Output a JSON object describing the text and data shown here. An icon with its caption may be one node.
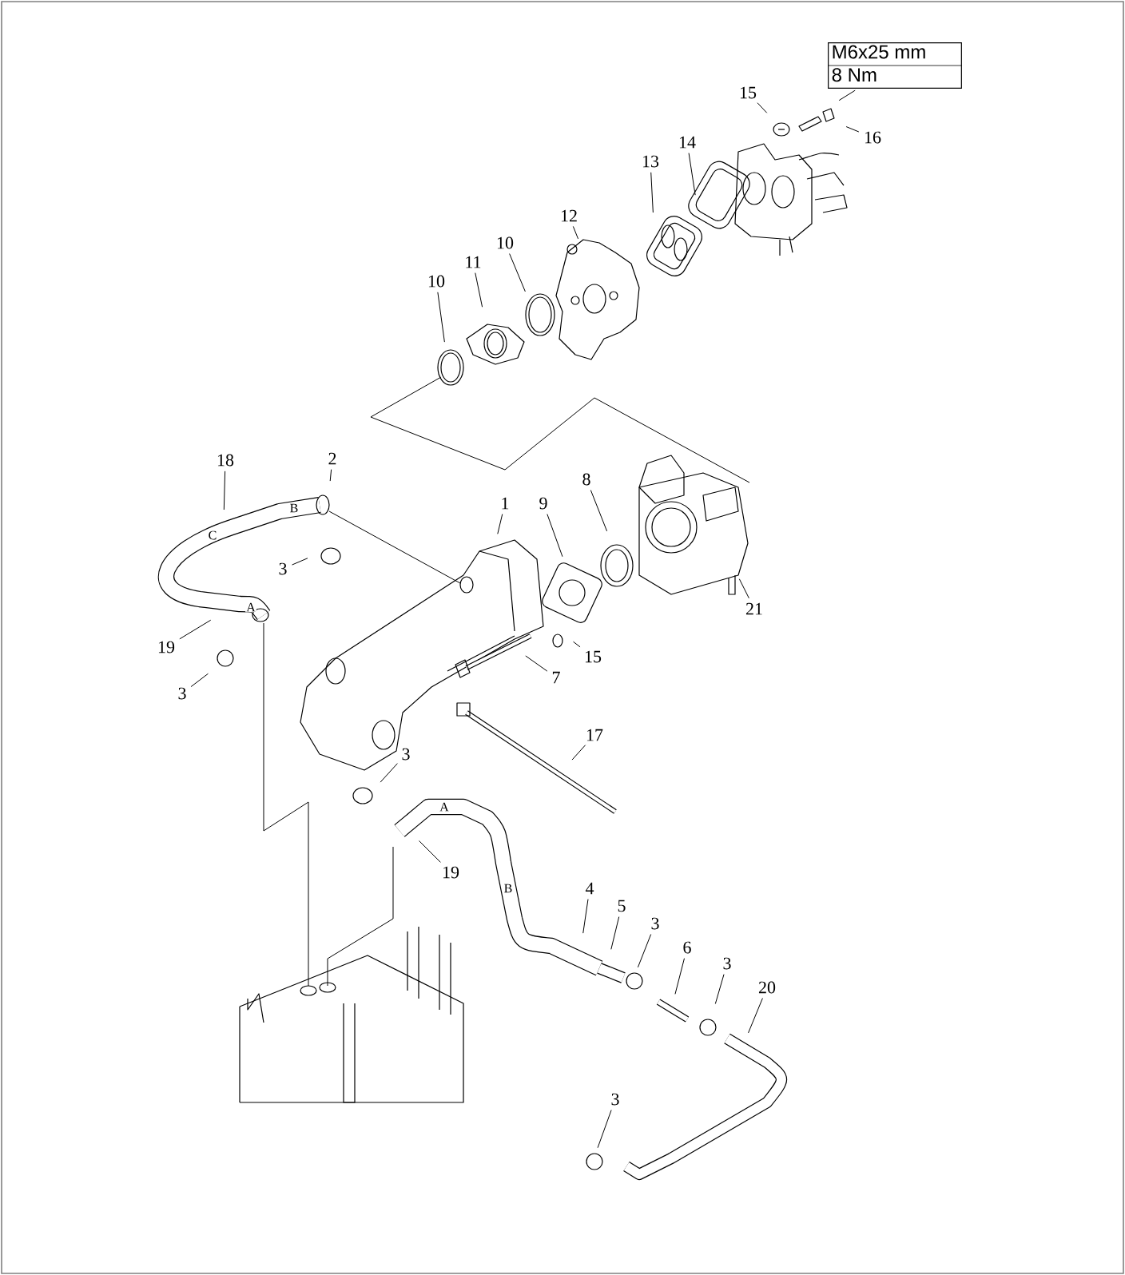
{
  "diagram": {
    "nodes": [
      {
        "text": [
          "M6x25 mm",
          "8 Nm"
        ]
      },
      {
        "text": [
          "15"
        ]
      },
      {
        "text": [
          "16"
        ]
      },
      {
        "text": [
          "14"
        ]
      },
      {
        "text": [
          "13"
        ]
      },
      {
        "text": [
          "12"
        ]
      },
      {
        "text": [
          "10"
        ]
      },
      {
        "text": [
          "11"
        ]
      },
      {
        "text": [
          "10"
        ]
      },
      {
        "text": [
          "18"
        ]
      },
      {
        "text": [
          "2"
        ]
      },
      {
        "text": [
          "8"
        ]
      },
      {
        "text": [
          "1"
        ]
      },
      {
        "text": [
          "9"
        ]
      },
      {
        "text": [
          "3"
        ]
      },
      {
        "text": [
          "21"
        ]
      },
      {
        "text": [
          "19"
        ]
      },
      {
        "text": [
          "15"
        ]
      },
      {
        "text": [
          "3"
        ]
      },
      {
        "text": [
          "7"
        ]
      },
      {
        "text": [
          "17"
        ]
      },
      {
        "text": [
          "3"
        ]
      },
      {
        "text": [
          "19"
        ]
      },
      {
        "text": [
          "4"
        ]
      },
      {
        "text": [
          "5"
        ]
      },
      {
        "text": [
          "3"
        ]
      },
      {
        "text": [
          "6"
        ]
      },
      {
        "text": [
          "3"
        ]
      },
      {
        "text": [
          "20"
        ]
      },
      {
        "text": [
          "3"
        ]
      }
    ],
    "edges": [
      {
        "from": 0,
        "to": null,
        "arrow": "none"
      },
      {
        "from": 1,
        "to": null,
        "arrow": "none"
      },
      {
        "from": 2,
        "to": null,
        "arrow": "none"
      },
      {
        "from": 3,
        "to": null,
        "arrow": "none"
      },
      {
        "from": 4,
        "to": null,
        "arrow": "none"
      },
      {
        "from": 5,
        "to": null,
        "arrow": "none"
      },
      {
        "from": 6,
        "to": null,
        "arrow": "none"
      },
      {
        "from": 7,
        "to": null,
        "arrow": "none"
      },
      {
        "from": 8,
        "to": null,
        "arrow": "none"
      },
      {
        "from": 9,
        "to": null,
        "arrow": "none"
      },
      {
        "from": 10,
        "to": null,
        "arrow": "none"
      },
      {
        "from": 11,
        "to": null,
        "arrow": "none"
      },
      {
        "from": 12,
        "to": null,
        "arrow": "none"
      },
      {
        "from": 13,
        "to": null,
        "arrow": "none"
      },
      {
        "from": 14,
        "to": null,
        "arrow": "none"
      },
      {
        "from": 15,
        "to": null,
        "arrow": "none"
      },
      {
        "from": 16,
        "to": null,
        "arrow": "none"
      },
      {
        "from": 17,
        "to": null,
        "arrow": "none"
      },
      {
        "from": 18,
        "to": null,
        "arrow": "none"
      },
      {
        "from": 19,
        "to": null,
        "arrow": "none"
      },
      {
        "from": 20,
        "to": null,
        "arrow": "none"
      },
      {
        "from": 21,
        "to": null,
        "arrow": "none"
      },
      {
        "from": 22,
        "to": null,
        "arrow": "none"
      },
      {
        "from": 23,
        "to": null,
        "arrow": "none"
      },
      {
        "from": 24,
        "to": null,
        "arrow": "none"
      },
      {
        "from": 25,
        "to": null,
        "arrow": "none"
      },
      {
        "from": 26,
        "to": null,
        "arrow": "none"
      },
      {
        "from": 27,
        "to": null,
        "arrow": "none"
      },
      {
        "from": 28,
        "to": null,
        "arrow": "none"
      },
      {
        "from": 29,
        "to": null,
        "arrow": "none"
      }
    ],
    "labels": [
      "B",
      "C",
      "A",
      "A",
      "B"
    ]
  }
}
